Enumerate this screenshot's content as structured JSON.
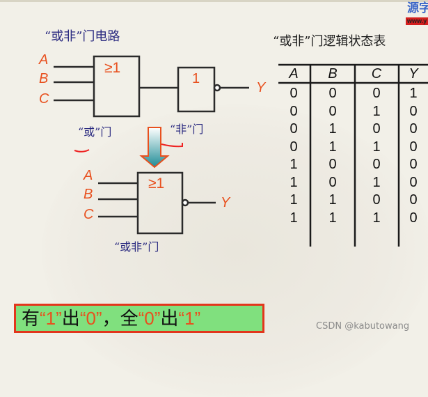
{
  "circuit": {
    "title": "“或非”门电路",
    "inputs": [
      "A",
      "B",
      "C"
    ],
    "output": "Y",
    "or_gate_symbol": "≥1",
    "not_gate_symbol": "1",
    "or_gate_label": "“或”门",
    "not_gate_label": "“非”门",
    "nor_gate_label": "“或非”门",
    "arrow_icon": "down-arrow"
  },
  "truth_table": {
    "title": "“或非”门逻辑状态表",
    "headers": [
      "A",
      "B",
      "C",
      "Y"
    ],
    "rows": [
      [
        "0",
        "0",
        "0",
        "1"
      ],
      [
        "0",
        "0",
        "1",
        "0"
      ],
      [
        "0",
        "1",
        "0",
        "0"
      ],
      [
        "0",
        "1",
        "1",
        "0"
      ],
      [
        "1",
        "0",
        "0",
        "0"
      ],
      [
        "1",
        "0",
        "1",
        "0"
      ],
      [
        "1",
        "1",
        "0",
        "0"
      ],
      [
        "1",
        "1",
        "1",
        "0"
      ]
    ]
  },
  "summary": {
    "parts": [
      "有",
      "“1”",
      "出",
      "“0”",
      "，全",
      "“0”",
      "出",
      "“1”"
    ]
  },
  "watermark": "CSDN @kabutowang",
  "logo": {
    "line1": "源字",
    "line2": "www.y"
  },
  "colors": {
    "label": "#e8501e",
    "heading": "#2a2a80",
    "summary_fill": "#80e07e",
    "summary_border": "#e2361c",
    "arrow": "#1f8c96"
  }
}
